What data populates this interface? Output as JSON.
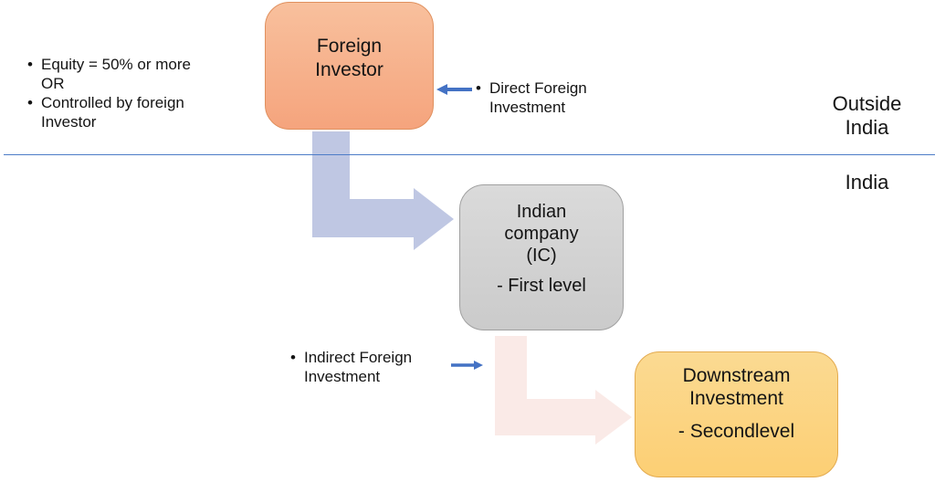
{
  "glyphs": {
    "bullet": "•"
  },
  "colors": {
    "elbow_blue": "#bfc7e3",
    "elbow_pink": "#faeae7",
    "accent_blue": "#4472c4",
    "divider_blue": "#4d7cc7",
    "box_orange_top": "#f8c09d",
    "box_orange_bottom": "#f5a47d",
    "box_gray_top": "#dadada",
    "box_gray_bottom": "#cbcbcb",
    "box_yellow_top": "#fbda92",
    "box_yellow_bottom": "#fccf74",
    "text": "#141414"
  },
  "notes": {
    "eligibility": {
      "items": [
        "Equity = 50% or more\nOR",
        "Controlled by foreign\nInvestor"
      ]
    },
    "direct": "Direct Foreign\nInvestment",
    "indirect": "Indirect Foreign\nInvestment"
  },
  "boxes": {
    "foreign_investor": {
      "label": "Foreign\nInvestor"
    },
    "indian_company": {
      "label": "Indian\ncompany\n(IC)",
      "sublabel": "- First level"
    },
    "downstream": {
      "label": "Downstream\nInvestment",
      "sublabel": "- Secondlevel"
    }
  },
  "regions": {
    "outside": "Outside\nIndia",
    "inside": "India"
  }
}
